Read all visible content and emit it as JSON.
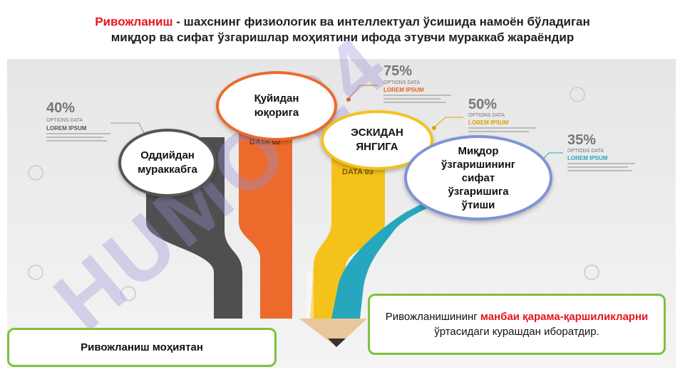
{
  "title": {
    "highlight": "Ривожланиш",
    "rest_line1": " - шахснинг физиологик ва интеллектуал ўсишида намоён бўладиган",
    "line2": "миқдор ва сифат ўзгаришлар моҳиятини ифода этувчи мураккаб жараёндир"
  },
  "infographic": {
    "stats": [
      {
        "percent": "40%",
        "caption": "OPTIONS DATA",
        "lorem": "LOREM IPSUM"
      },
      {
        "percent": "75%",
        "caption": "OPTIONS DATA",
        "lorem": "LOREM IPSUM"
      },
      {
        "percent": "50%",
        "caption": "OPTIONS DATA",
        "lorem": "LOREM IPSUM"
      },
      {
        "percent": "35%",
        "caption": "OPTIONS DATA",
        "lorem": "LOREM IPSUM"
      }
    ],
    "data_labels": [
      "DATA 02",
      "DATA 03"
    ]
  },
  "bubbles": {
    "top": {
      "line1": "Қуйидан",
      "line2": "юқорига"
    },
    "left": {
      "line1": "Оддийдан",
      "line2": "мураккабга"
    },
    "middle": {
      "line1": "ЭСКИДАН",
      "line2": "ЯНГИГА"
    },
    "right": {
      "line1": "Миқдор",
      "line2": "ўзгаришининг",
      "line3": "сифат",
      "line4": "ўзгаришига",
      "line5": "ўтиши"
    }
  },
  "box_right": {
    "before": "Ривожланишининг ",
    "highlight": "манбаи қарама-қаршиликларни",
    "after": " ўртасидаги курашдан иборатдир."
  },
  "box_left": {
    "text": "Ривожланиш моҳиятан"
  },
  "watermark": {
    "text": "HUMO 24"
  },
  "colors": {
    "accent_red": "#e8141e",
    "border_green": "#7cc33b",
    "orange": "#ec6a2c",
    "yellow": "#f5c21b",
    "teal": "#27a7bd",
    "gray": "#555555"
  }
}
